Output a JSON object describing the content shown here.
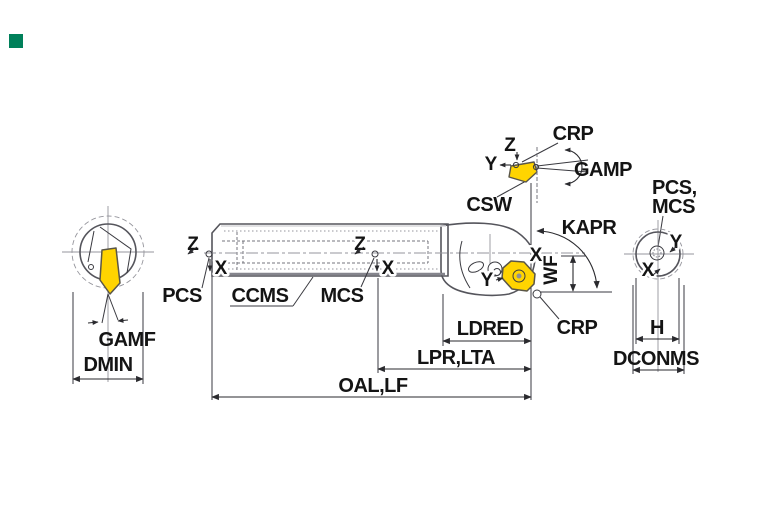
{
  "brand": {
    "square_color": "#00805a"
  },
  "colors": {
    "body_gray": "#bcbcc3",
    "circle_gray": "#c7c7cf",
    "insert_yellow": "#ffd400",
    "line_dark": "#2a2a2e",
    "line_light": "#95959c"
  },
  "left_view": {
    "gamf": "GAMF",
    "dmin": "DMIN"
  },
  "main_view": {
    "z_left": "Z",
    "x_left": "X",
    "z_mid": "Z",
    "x_mid": "X",
    "pcs": "PCS",
    "ccms": "CCMS",
    "mcs": "MCS",
    "csw": "CSW",
    "x_head": "X",
    "y_head": "Y",
    "kapr": "KAPR",
    "wf": "WF",
    "crp_bottom": "CRP",
    "ldred": "LDRED",
    "lpr_lta": "LPR,LTA",
    "oal_lf": "OAL,LF"
  },
  "detail_view": {
    "z": "Z",
    "y": "Y",
    "crp": "CRP",
    "gamp": "GAMP"
  },
  "right_view": {
    "pcs_line": "PCS,",
    "mcs_line": "MCS",
    "y": "Y",
    "x": "X",
    "h": "H",
    "dconms": "DCONMS"
  }
}
